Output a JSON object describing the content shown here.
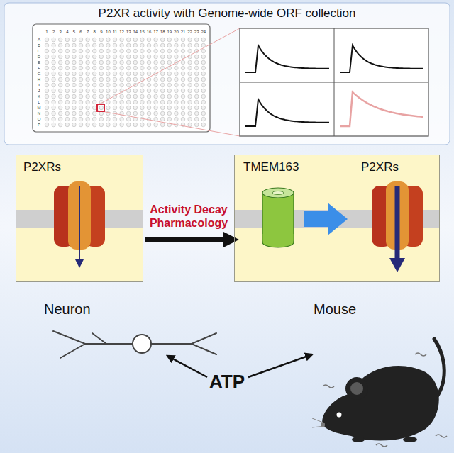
{
  "diagram": {
    "title": "P2XR activity with Genome-wide ORF collection",
    "nodes": [
      {
        "text": [
          "P2XRs"
        ]
      },
      {
        "text": [
          "TMEM163",
          "P2XRs"
        ]
      }
    ],
    "edges": [
      {
        "from": 0,
        "to": 1,
        "arrow": "to",
        "label": "Activity Decay Pharmacology"
      }
    ],
    "labels": [
      "1",
      "2",
      "3",
      "4",
      "5",
      "6",
      "7",
      "8",
      "9",
      "10",
      "11",
      "12",
      "13",
      "14",
      "15",
      "16",
      "17",
      "18",
      "19",
      "20",
      "21",
      "22",
      "23",
      "24",
      "A",
      "B",
      "C",
      "D",
      "E",
      "F",
      "G",
      "H",
      "I",
      "J",
      "K",
      "L",
      "M",
      "N",
      "O",
      "P",
      "Neuron",
      "ATP",
      "Mouse"
    ]
  }
}
